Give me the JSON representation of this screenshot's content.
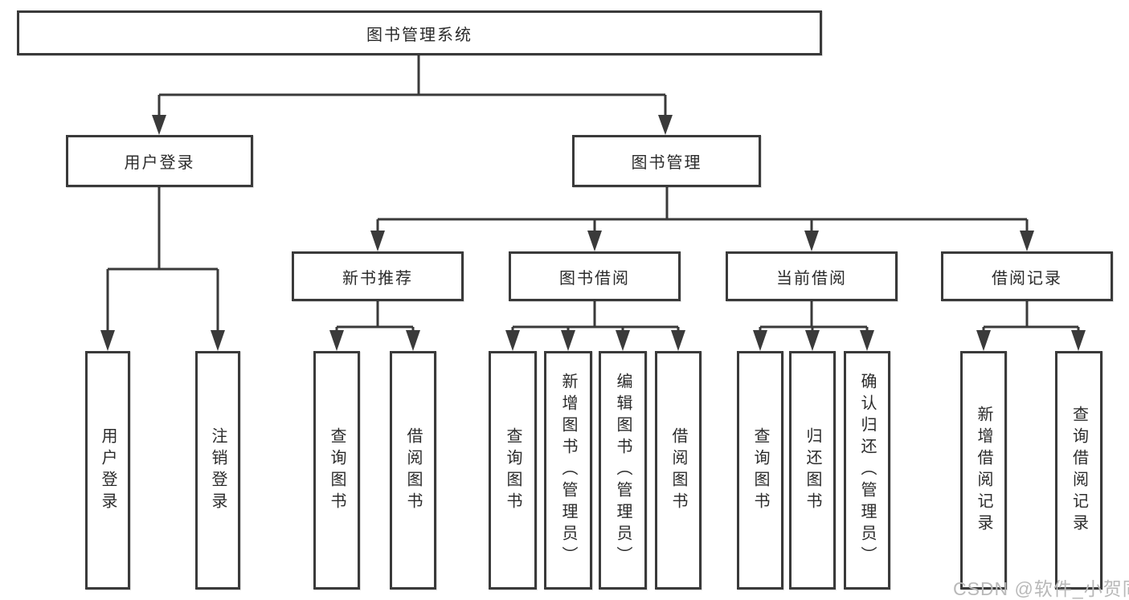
{
  "diagram": {
    "title": "图书管理系统",
    "nodes": {
      "root": {
        "label": "图书管理系统"
      },
      "user_login": {
        "label": "用户登录"
      },
      "book_mgmt": {
        "label": "图书管理"
      },
      "new_book_rec": {
        "label": "新书推荐"
      },
      "book_borrow": {
        "label": "图书借阅"
      },
      "current_borrow": {
        "label": "当前借阅"
      },
      "borrow_records": {
        "label": "借阅记录"
      },
      "leaf_user_login": {
        "label": "用户登录"
      },
      "leaf_logout": {
        "label": "注销登录"
      },
      "leaf_query_books_rec": {
        "label": "查询图书"
      },
      "leaf_borrow_books_rec": {
        "label": "借阅图书"
      },
      "leaf_query_books_borrow": {
        "label": "查询图书"
      },
      "leaf_add_books_admin": {
        "label": "新增图书（管理员）"
      },
      "leaf_edit_books_admin": {
        "label": "编辑图书（管理员）"
      },
      "leaf_borrow_books_borrow": {
        "label": "借阅图书"
      },
      "leaf_query_books_current": {
        "label": "查询图书"
      },
      "leaf_return_books": {
        "label": "归还图书"
      },
      "leaf_confirm_return_admin": {
        "label": "确认归还（管理员）"
      },
      "leaf_add_borrow_record": {
        "label": "新增借阅记录"
      },
      "leaf_query_borrow_record": {
        "label": "查询借阅记录"
      }
    },
    "hierarchy": {
      "图书管理系统": [
        "用户登录",
        "图书管理"
      ],
      "用户登录": [
        "用户登录",
        "注销登录"
      ],
      "图书管理": [
        "新书推荐",
        "图书借阅",
        "当前借阅",
        "借阅记录"
      ],
      "新书推荐": [
        "查询图书",
        "借阅图书"
      ],
      "图书借阅": [
        "查询图书",
        "新增图书（管理员）",
        "编辑图书（管理员）",
        "借阅图书"
      ],
      "当前借阅": [
        "查询图书",
        "归还图书",
        "确认归还（管理员）"
      ],
      "借阅记录": [
        "新增借阅记录",
        "查询借阅记录"
      ]
    }
  },
  "watermark": {
    "text": "CSDN @软件_小贺同学"
  },
  "colors": {
    "line": "#3a3a3a",
    "text": "#2b2b2b",
    "watermark": "#b9b9b9",
    "background": "#ffffff"
  }
}
